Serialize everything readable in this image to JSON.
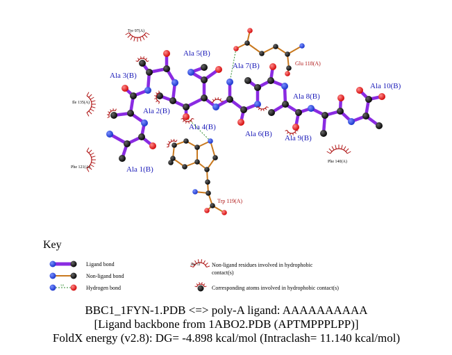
{
  "ligand_residues": [
    {
      "id": "ala1",
      "label": "Ala 1(B)"
    },
    {
      "id": "ala2",
      "label": "Ala 2(B)"
    },
    {
      "id": "ala3",
      "label": "Ala 3(B)"
    },
    {
      "id": "ala4",
      "label": "Ala 4(B)"
    },
    {
      "id": "ala5",
      "label": "Ala 5(B)"
    },
    {
      "id": "ala6",
      "label": "Ala 6(B)"
    },
    {
      "id": "ala7",
      "label": "Ala 7(B)"
    },
    {
      "id": "ala8",
      "label": "Ala 8(B)"
    },
    {
      "id": "ala9",
      "label": "Ala 9(B)"
    },
    {
      "id": "ala10",
      "label": "Ala 10(B)"
    }
  ],
  "protein_residues": [
    {
      "id": "glu118",
      "label": "Glu 118(A)"
    },
    {
      "id": "trp119",
      "label": "Trp 119(A)"
    }
  ],
  "hydrophobic_residues": [
    {
      "id": "tyr97",
      "label": "Tyr 97(A)"
    },
    {
      "id": "ile135",
      "label": "Ile 135(A)"
    },
    {
      "id": "phe121",
      "label": "Phe 121(A)"
    },
    {
      "id": "phe140",
      "label": "Phe 140(A)"
    }
  ],
  "colors": {
    "ligand_bond": "#8a2be2",
    "nonligand_bond": "#c8781e",
    "hbond": "#2e8b2e",
    "carbon": "#000000",
    "nitrogen": "#1f3fd0",
    "oxygen": "#e01010",
    "hydrophobic": "#b01818"
  },
  "key": {
    "title": "Key",
    "ligand_bond": "Ligand bond",
    "nonligand_bond": "Non-ligand bond",
    "hydrogen_bond": "Hydrogen bond",
    "hbond_length": "3.0",
    "example_residue": "His 53",
    "nonligand_hydrophobic_1": "Non-ligand residues involved in hydrophobic",
    "nonligand_hydrophobic_2": "contact(s)",
    "corresponding_atoms": "Corresponding atoms involved in hydrophobic contact(s)"
  },
  "caption": {
    "line1": "BBC1_1FYN-1.PDB <=> poly-A ligand: AAAAAAAAAA",
    "line2": "[Ligand backbone from 1ABO2.PDB (APTMPPPLPP)]",
    "line3": "FoldX energy (v2.8): DG= -4.898 kcal/mol (Intraclash= 11.140 kcal/mol)"
  }
}
